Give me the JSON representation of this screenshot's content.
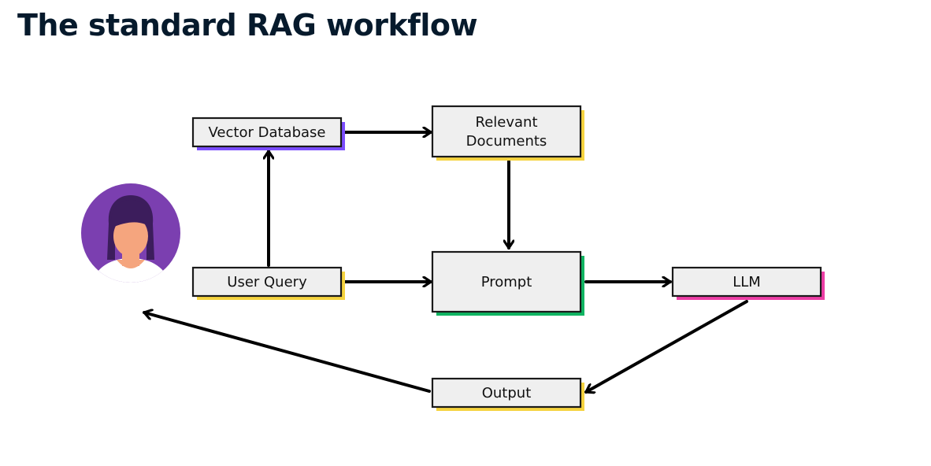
{
  "page": {
    "title": "The standard RAG workflow"
  },
  "diagram": {
    "nodes": {
      "vector_database": {
        "label": "Vector Database",
        "accent": "#7b4dff"
      },
      "relevant_documents": {
        "label_line1": "Relevant",
        "label_line2": "Documents",
        "accent": "#f5d33f"
      },
      "user_query": {
        "label": "User Query",
        "accent": "#f5d33f"
      },
      "prompt": {
        "label": "Prompt",
        "accent": "#10b462"
      },
      "llm": {
        "label": "LLM",
        "accent": "#ec3ea5"
      },
      "output": {
        "label": "Output",
        "accent": "#f5d33f"
      }
    },
    "user_avatar": {
      "icon": "user-avatar-icon",
      "circle_color": "#7b3fb0",
      "skin_color": "#f5a57e",
      "hair_color": "#3c1d5c",
      "shirt_color": "#ffffff"
    },
    "edges": [
      {
        "from": "user_query",
        "to": "vector_database"
      },
      {
        "from": "vector_database",
        "to": "relevant_documents"
      },
      {
        "from": "relevant_documents",
        "to": "prompt"
      },
      {
        "from": "user_query",
        "to": "prompt"
      },
      {
        "from": "prompt",
        "to": "llm"
      },
      {
        "from": "llm",
        "to": "output"
      },
      {
        "from": "output",
        "to": "user"
      }
    ]
  }
}
